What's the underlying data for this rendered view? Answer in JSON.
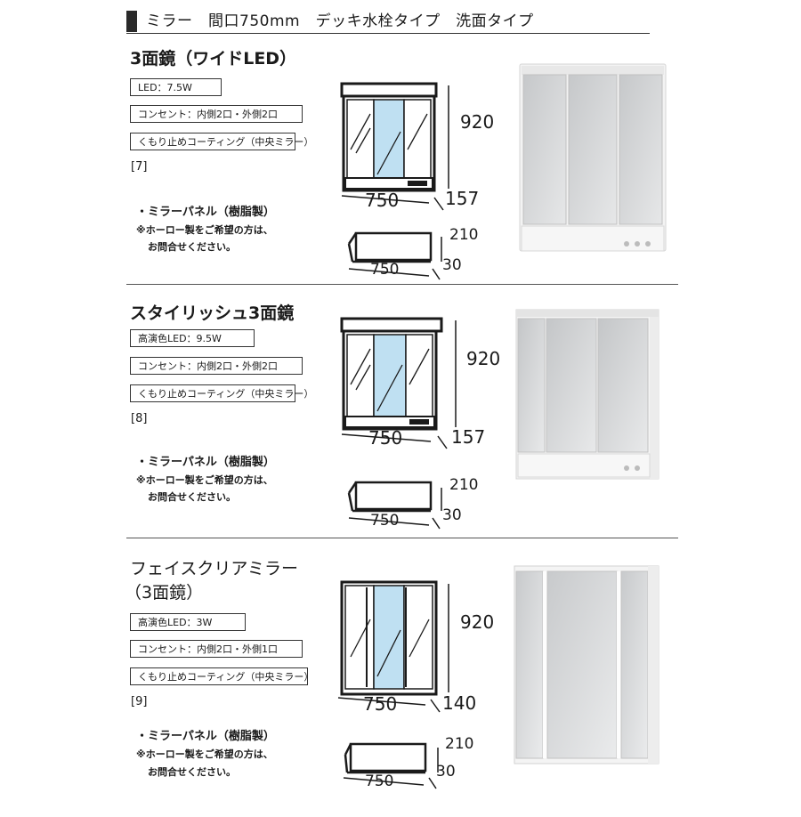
{
  "header": {
    "title": "ミラー　間口750mm　デッキ水栓タイプ　洗面タイプ"
  },
  "products": [
    {
      "name_line1": "3面鏡（ワイドLED）",
      "name_line2": "",
      "led": "LED：7.5W",
      "outlet": "コンセント：内側2口・外側2口",
      "coating": "くもり止めコーティング（中央ミラー）",
      "code": "[7]",
      "mirror_height": "920",
      "mirror_width": "750",
      "mirror_depth": "157",
      "panel_height": "210",
      "panel_width": "750",
      "panel_depth": "30",
      "panel_title": "・ミラーパネル（樹脂製）",
      "panel_note1": "※ホーロー製をご希望の方は、",
      "panel_note2": "お問合せください。"
    },
    {
      "name_line1": "スタイリッシュ3面鏡",
      "name_line2": "",
      "led": "高演色LED：9.5W",
      "outlet": "コンセント：内側2口・外側2口",
      "coating": "くもり止めコーティング（中央ミラー）",
      "code": "[8]",
      "mirror_height": "920",
      "mirror_width": "750",
      "mirror_depth": "157",
      "panel_height": "210",
      "panel_width": "750",
      "panel_depth": "30",
      "panel_title": "・ミラーパネル（樹脂製）",
      "panel_note1": "※ホーロー製をご希望の方は、",
      "panel_note2": "お問合せください。"
    },
    {
      "name_line1": "フェイスクリアミラー",
      "name_line2": "（3面鏡）",
      "led": "高演色LED：3W",
      "outlet": "コンセント：内側2口・外側1口",
      "coating": "くもり止めコーティング（中央ミラー）",
      "code": "[9]",
      "mirror_height": "920",
      "mirror_width": "750",
      "mirror_depth": "140",
      "panel_height": "210",
      "panel_width": "750",
      "panel_depth": "30",
      "panel_title": "・ミラーパネル（樹脂製）",
      "panel_note1": "※ホーロー製をご希望の方は、",
      "panel_note2": "お問合せください。"
    }
  ],
  "colors": {
    "outline": "#1a1a1a",
    "glass": "#bfe0f2",
    "mirror_photo": "#d4d6d8",
    "cabinet_white": "#f2f2f2"
  }
}
